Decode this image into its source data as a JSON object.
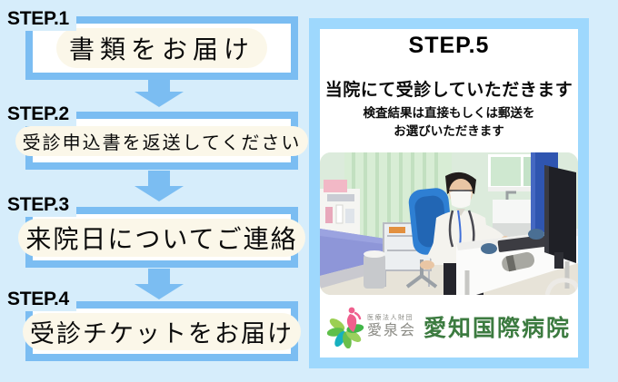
{
  "colors": {
    "page_bg": "#d6edfb",
    "flow_accent": "#7bbdf2",
    "card_border": "#9ed8fd",
    "highlight_cream": "#fbf7e9",
    "hospital_green": "#3c7b40"
  },
  "left_steps": [
    {
      "label": "STEP.1",
      "text": "書類をお届け"
    },
    {
      "label": "STEP.2",
      "text": "受診申込書を返送してください"
    },
    {
      "label": "STEP.3",
      "text": "来院日についてご連絡"
    },
    {
      "label": "STEP.4",
      "text": "受診チケットをお届け"
    }
  ],
  "card": {
    "label": "STEP.5",
    "title": "当院にて受診していただきます",
    "sub1": "検査結果は直接もしくは郵送を",
    "sub2": "お選びいただきます",
    "photo_alt": "診察室で机に座る医師の写真",
    "logo": {
      "org_small": "医療法人財団",
      "org_name": "愛泉会",
      "hospital": "愛知国際病院"
    }
  }
}
